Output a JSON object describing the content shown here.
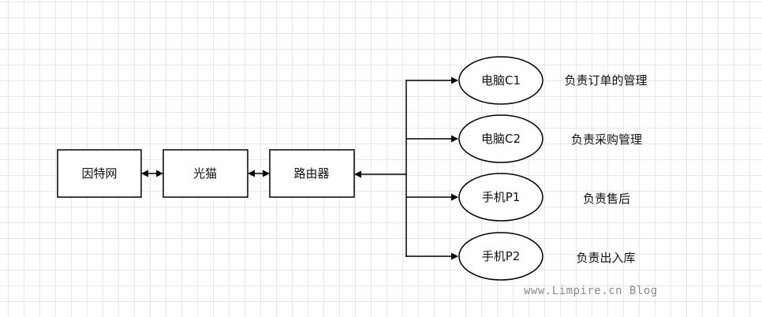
{
  "nodes": {
    "internet": "因特网",
    "modem": "光猫",
    "router": "路由器",
    "pc_c1": "电脑C1",
    "pc_c2": "电脑C2",
    "phone_p1": "手机P1",
    "phone_p2": "手机P2"
  },
  "descriptions": {
    "pc_c1": "负责订单的管理",
    "pc_c2": "负责采购管理",
    "phone_p1": "负责售后",
    "phone_p2": "负责出入库"
  },
  "watermark": "www.Limpire.cn Blog"
}
